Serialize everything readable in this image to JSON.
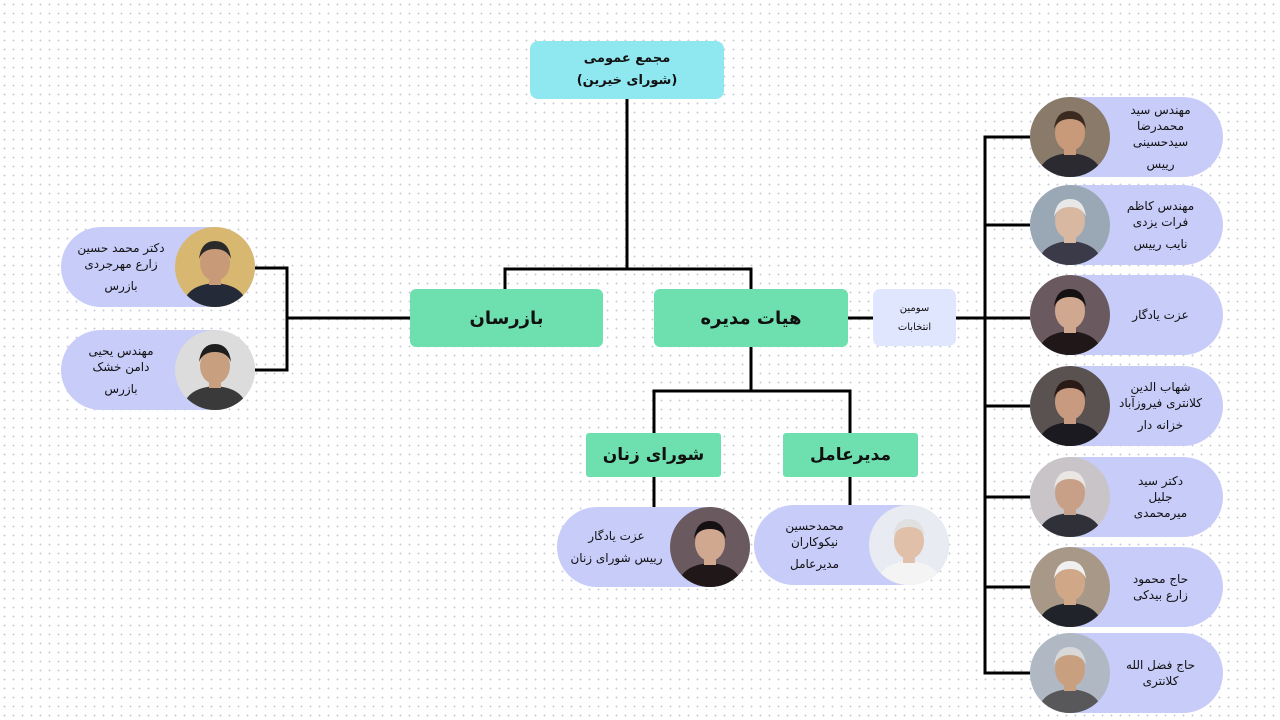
{
  "top": {
    "line1": "مجمع عمومی",
    "line2": "(شورای خیرین)"
  },
  "boxes": {
    "inspectors": "بازرسان",
    "board": "هیات مدیره",
    "women_council": "شورای زنان",
    "ceo": "مدیرعامل"
  },
  "election_note": {
    "line1": "سومین",
    "line2": "انتخابات"
  },
  "board_members": [
    {
      "name_lines": [
        "مهندس سید",
        "محمدرضا",
        "سیدحسینی"
      ],
      "role": "رییس",
      "colors": {
        "bg": "#8a7a6a",
        "skin": "#c89a7a",
        "shirt": "#2a2a30",
        "hair": "#3a2a20"
      }
    },
    {
      "name_lines": [
        "مهندس کاظم",
        "فرات یزدی"
      ],
      "role": "نایب رییس",
      "colors": {
        "bg": "#9aa8b6",
        "skin": "#d8b8a0",
        "shirt": "#3a3a48",
        "hair": "#e8e8e8"
      }
    },
    {
      "name_lines": [
        "عزت یادگار"
      ],
      "role": "",
      "colors": {
        "bg": "#6a5a60",
        "skin": "#d0a890",
        "shirt": "#201818",
        "hair": "#151012"
      }
    },
    {
      "name_lines": [
        "شهاب الدین",
        "کلانتری فیروزآباد"
      ],
      "role": "خزانه دار",
      "colors": {
        "bg": "#5a5250",
        "skin": "#c89a80",
        "shirt": "#1a1a20",
        "hair": "#2a1a15"
      }
    },
    {
      "name_lines": [
        "دکتر سید",
        "جلیل",
        "میرمحمدی"
      ],
      "role": "",
      "colors": {
        "bg": "#c8c4c8",
        "skin": "#c8a088",
        "shirt": "#303038",
        "hair": "#eae6e4"
      }
    },
    {
      "name_lines": [
        "حاج محمود",
        "زارع بیدکی"
      ],
      "role": "",
      "colors": {
        "bg": "#a89888",
        "skin": "#d0a888",
        "shirt": "#20242a",
        "hair": "#f0f0f0"
      }
    },
    {
      "name_lines": [
        "حاج فضل الله",
        "کلانتری"
      ],
      "role": "",
      "colors": {
        "bg": "#b0b8c4",
        "skin": "#c8a080",
        "shirt": "#58585a",
        "hair": "#d8d8d8"
      }
    }
  ],
  "inspector_members": [
    {
      "name_lines": [
        "دکتر محمد حسین",
        "زارع مهرجردی"
      ],
      "role": "بازرس",
      "colors": {
        "bg": "#d8b870",
        "skin": "#c89a78",
        "shirt": "#252a38",
        "hair": "#2a2a2a"
      }
    },
    {
      "name_lines": [
        "مهندس یحیی",
        "دامن خشک"
      ],
      "role": "بازرس",
      "colors": {
        "bg": "#dcdcdc",
        "skin": "#c8a080",
        "shirt": "#3a3a3a",
        "hair": "#1e1e1e"
      }
    }
  ],
  "women_member": {
    "name_lines": [
      "عزت یادگار"
    ],
    "role": "رییس شورای زنان",
    "colors": {
      "bg": "#6a5a60",
      "skin": "#d0a890",
      "shirt": "#201818",
      "hair": "#151012"
    }
  },
  "ceo_member": {
    "name_lines": [
      "محمدحسین",
      "نیکوکاران"
    ],
    "role": "مدیرعامل",
    "colors": {
      "bg": "#e8ecf2",
      "skin": "#e0c0a8",
      "shirt": "#f4f4f4",
      "hair": "#e0e0e0"
    }
  }
}
